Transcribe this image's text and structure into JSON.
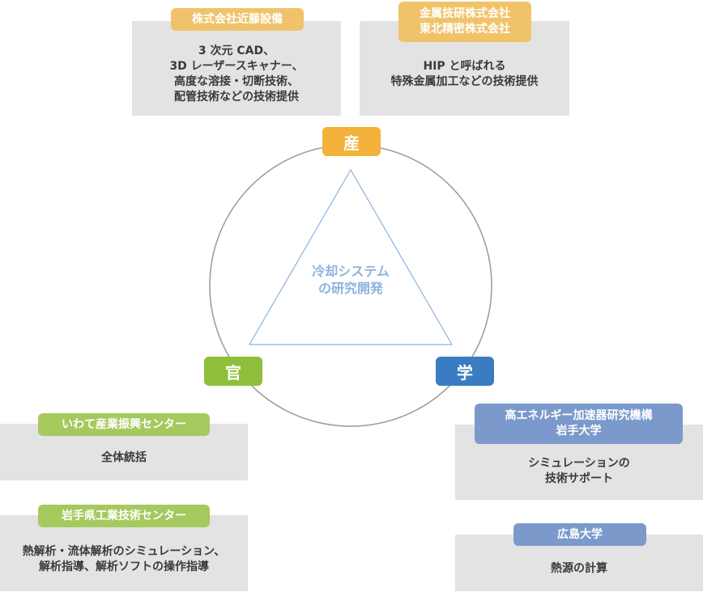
{
  "colors": {
    "industry": "#f3b23a",
    "industry_tag": "#f0c36b",
    "government": "#8fbf3a",
    "government_tag": "#a6c95e",
    "academia": "#3a7cc1",
    "academia_tag": "#7b9acb",
    "box_bg": "#e3e3e3",
    "circle": "#9a9a9a",
    "triangle": "#8cb4de"
  },
  "center": {
    "text": "冷却システム\nの研究開発"
  },
  "corners": {
    "industry": "産",
    "government": "官",
    "academia": "学"
  },
  "industry": [
    {
      "tag": "株式会社近藤設備",
      "desc": "3 次元 CAD、\n3D レーザースキャナー、\n高度な溶接・切断技術、\n配管技術などの技術提供"
    },
    {
      "tag": "金属技研株式会社\n東北精密株式会社",
      "desc": "HIP と呼ばれる\n特殊金属加工などの技術提供"
    }
  ],
  "government": [
    {
      "tag": "いわて産業振興センター",
      "desc": "全体統括"
    },
    {
      "tag": "岩手県工業技術センター",
      "desc": "熱解析・流体解析のシミュレーション、\n解析指導、解析ソフトの操作指導"
    }
  ],
  "academia": [
    {
      "tag": "高エネルギー加速器研究機構\n岩手大学",
      "desc": "シミュレーションの\n技術サポート"
    },
    {
      "tag": "広島大学",
      "desc": "熱源の計算"
    }
  ]
}
